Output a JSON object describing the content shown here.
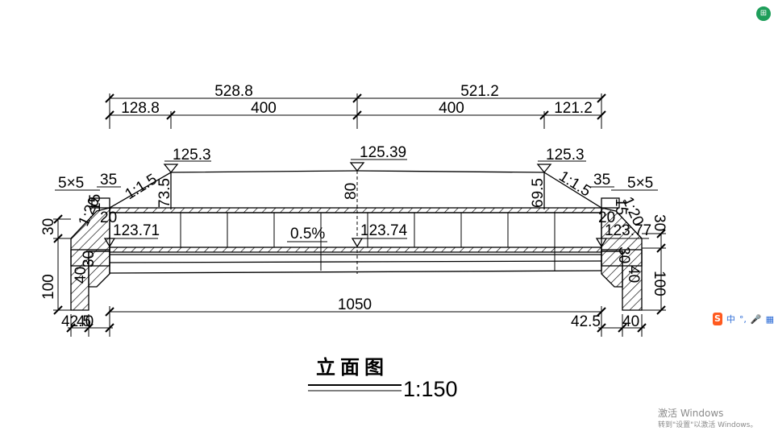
{
  "drawing": {
    "title": "立面图",
    "scale": "1:150",
    "dims_top": {
      "left_total": "528.8",
      "right_total": "521.2",
      "left_a": "128.8",
      "left_b": "400",
      "right_a": "400",
      "right_b": "121.2"
    },
    "elevations": {
      "left_top": "125.3",
      "center_top": "125.39",
      "right_top": "125.3",
      "left_bottom": "123.71",
      "center_bottom": "123.74",
      "right_bottom": "123.77"
    },
    "heights": {
      "left": "73.5",
      "center": "80",
      "right": "69.5"
    },
    "slope_left": "1:1.5",
    "slope_right": "1:1.5",
    "grade": "0.5%",
    "chamfer_left": "5×5",
    "chamfer_right": "5×5",
    "width_35_left": "35",
    "width_35_right": "35",
    "span": "1050",
    "left_labels": {
      "a": "1:20",
      "b": "15",
      "c": "20",
      "d": "30",
      "e": "100",
      "f": "40",
      "g": "30",
      "h": "42.5",
      "i": "40"
    },
    "right_labels": {
      "a": "1:20",
      "b": "15",
      "c": "20",
      "d": "30",
      "e": "100",
      "f": "40",
      "g": "30",
      "h": "42.5",
      "i": "40"
    }
  },
  "system": {
    "app_badge": "⊞",
    "ime_logo": "S",
    "ime_items": [
      "中",
      "°,",
      "🎤",
      "▦"
    ],
    "watermark_title": "激活 Windows",
    "watermark_sub": "转到\"设置\"以激活 Windows。"
  }
}
